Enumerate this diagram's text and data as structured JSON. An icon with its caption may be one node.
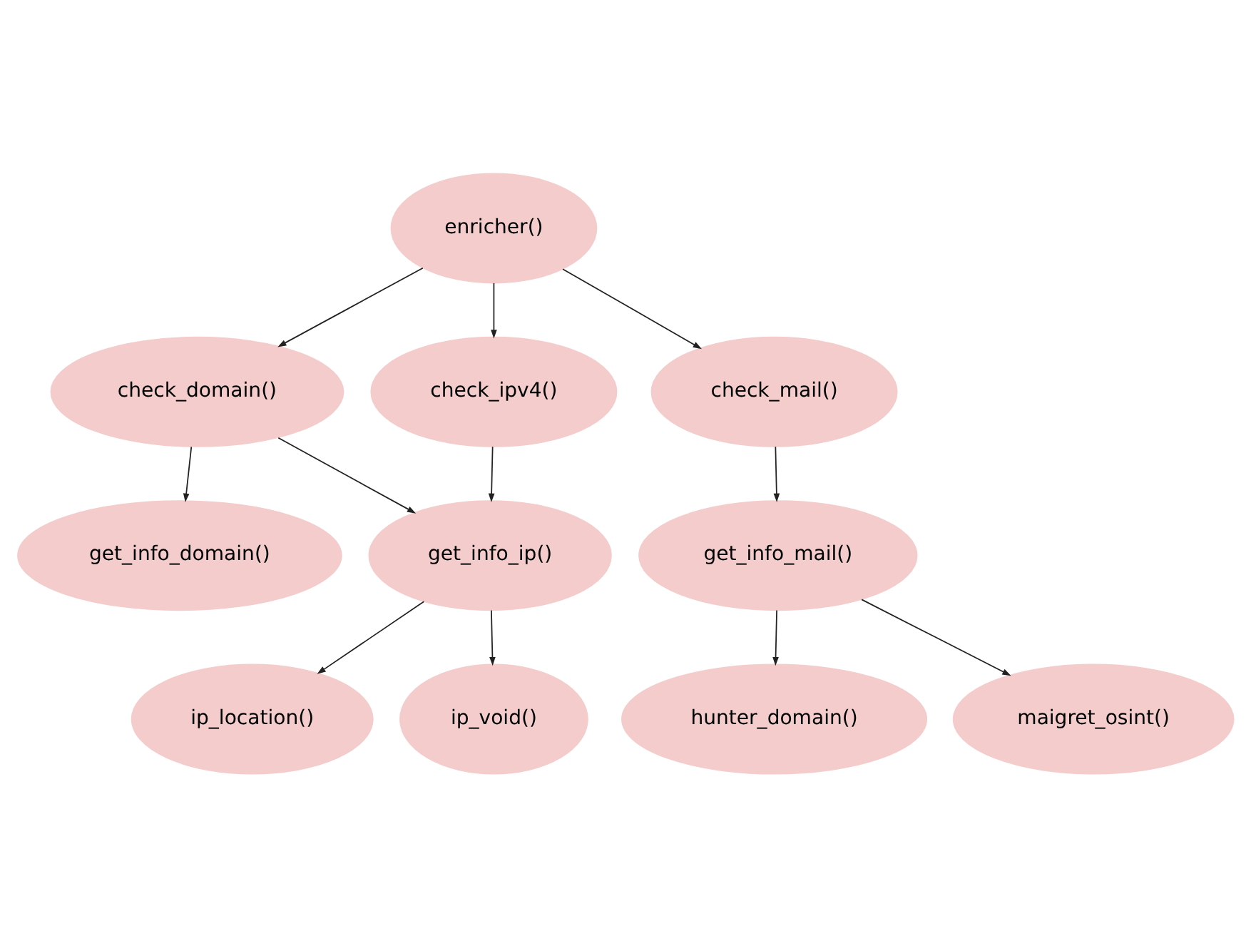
{
  "diagram": {
    "nodes": [
      {
        "text": [
          "enricher()"
        ]
      },
      {
        "text": [
          "check_domain()"
        ]
      },
      {
        "text": [
          "check_ipv4()"
        ]
      },
      {
        "text": [
          "check_mail()"
        ]
      },
      {
        "text": [
          "get_info_domain()"
        ]
      },
      {
        "text": [
          "get_info_ip()"
        ]
      },
      {
        "text": [
          "get_info_mail()"
        ]
      },
      {
        "text": [
          "ip_location()"
        ]
      },
      {
        "text": [
          "ip_void()"
        ]
      },
      {
        "text": [
          "hunter_domain()"
        ]
      },
      {
        "text": [
          "maigret_osint()"
        ]
      }
    ],
    "edges": [
      {
        "from": 0,
        "to": 1,
        "arrow": "to"
      },
      {
        "from": 0,
        "to": 2,
        "arrow": "to"
      },
      {
        "from": 0,
        "to": 3,
        "arrow": "to"
      },
      {
        "from": 1,
        "to": 4,
        "arrow": "to"
      },
      {
        "from": 1,
        "to": 5,
        "arrow": "to"
      },
      {
        "from": 2,
        "to": 5,
        "arrow": "to"
      },
      {
        "from": 3,
        "to": 6,
        "arrow": "to"
      },
      {
        "from": 5,
        "to": 7,
        "arrow": "to"
      },
      {
        "from": 5,
        "to": 8,
        "arrow": "to"
      },
      {
        "from": 6,
        "to": 9,
        "arrow": "to"
      },
      {
        "from": 6,
        "to": 10,
        "arrow": "to"
      }
    ]
  }
}
